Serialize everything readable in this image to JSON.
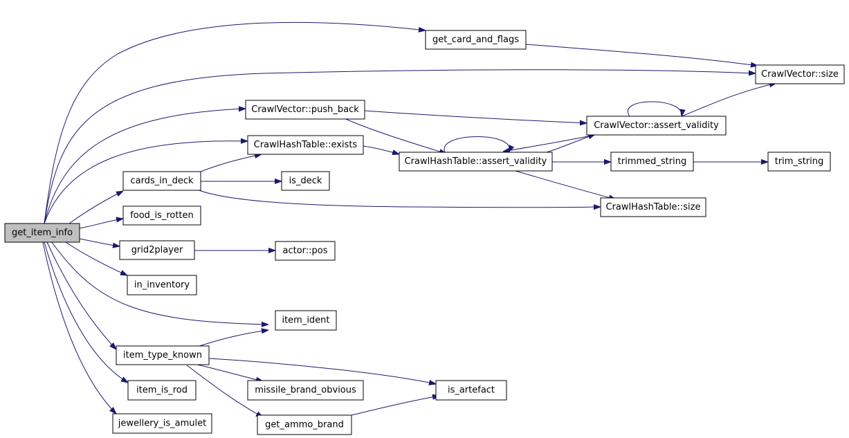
{
  "diagram": {
    "colors": {
      "edge": "#191970",
      "node_border": "#000000",
      "node_fill": "#ffffff",
      "root_fill": "#bfbfbf"
    },
    "nodes": {
      "get_item_info": "get_item_info",
      "get_card_and_flags": "get_card_and_flags",
      "crawlvector_size": "CrawlVector::size",
      "crawlvector_push_back": "CrawlVector::push_back",
      "crawlvector_assert_validity": "CrawlVector::assert_validity",
      "crawlhashtable_exists": "CrawlHashTable::exists",
      "crawlhashtable_assert_validity": "CrawlHashTable::assert_validity",
      "trimmed_string": "trimmed_string",
      "trim_string": "trim_string",
      "cards_in_deck": "cards_in_deck",
      "is_deck": "is_deck",
      "crawlhashtable_size": "CrawlHashTable::size",
      "food_is_rotten": "food_is_rotten",
      "grid2player": "grid2player",
      "actor_pos": "actor::pos",
      "in_inventory": "in_inventory",
      "item_ident": "item_ident",
      "item_type_known": "item_type_known",
      "missile_brand_obvious": "missile_brand_obvious",
      "is_artefact": "is_artefact",
      "item_is_rod": "item_is_rod",
      "get_ammo_brand": "get_ammo_brand",
      "jewellery_is_amulet": "jewellery_is_amulet"
    }
  }
}
